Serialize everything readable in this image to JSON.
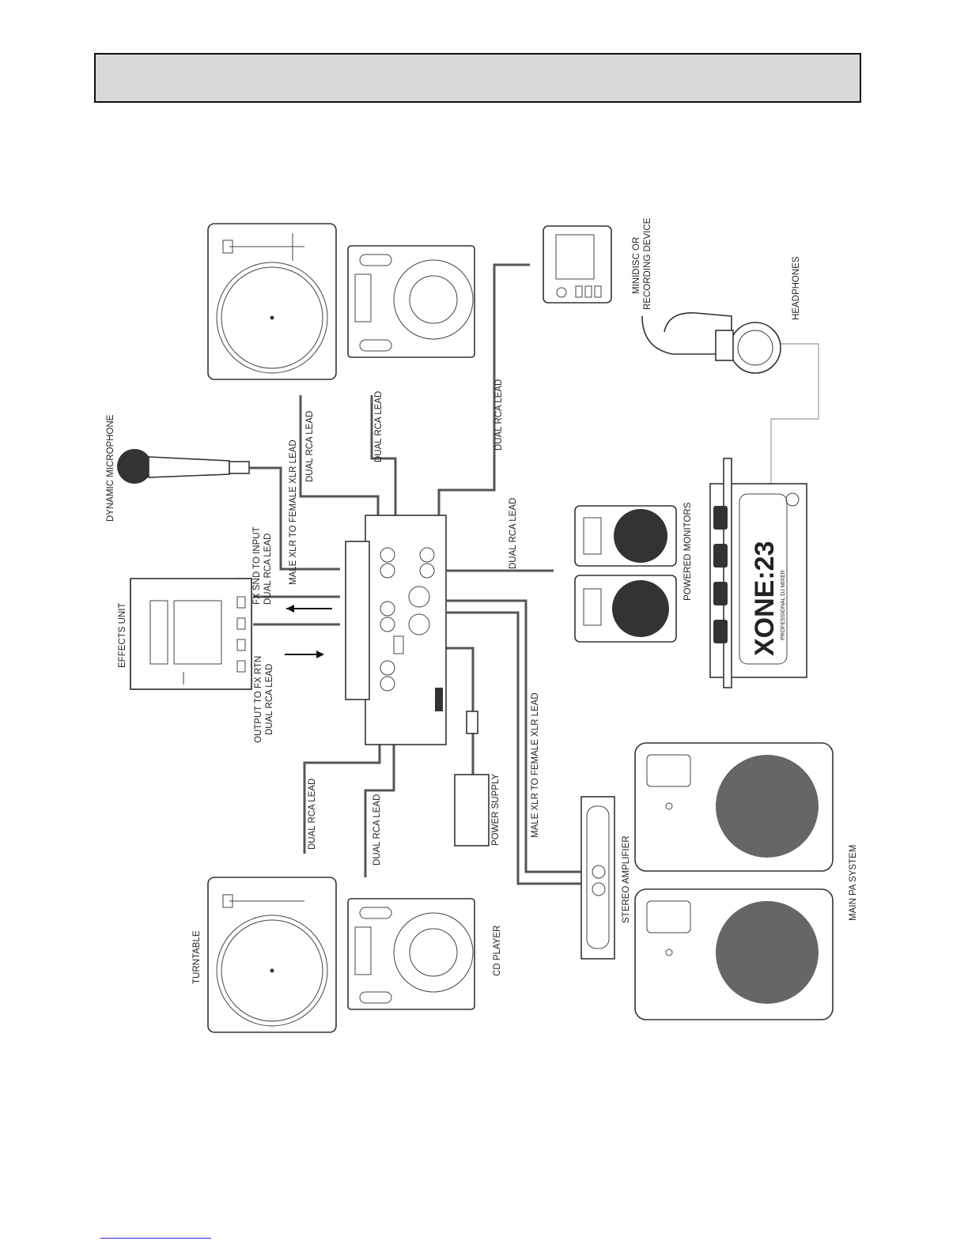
{
  "labels": {
    "dynamic_microphone": "DYNAMIC MICROPHONE",
    "effects_unit": "EFFECTS UNIT",
    "fx_snd_line1": "FX SND TO INPUT",
    "fx_snd_line2": "DUAL RCA LEAD",
    "fx_rtn_line1": "OUTPUT TO FX RTN",
    "fx_rtn_line2": "DUAL RCA LEAD",
    "mic_lead": "MALE XLR TO FEMALE XLR LEAD",
    "rca_top_turntable": "DUAL RCA LEAD",
    "rca_top_cd": "DUAL RCA LEAD",
    "rca_minidisc": "DUAL RCA LEAD",
    "minidisc_line1": "MINIDISC OR",
    "minidisc_line2": "RECORDING DEVICE",
    "headphones": "HEADPHONES",
    "rca_monitors": "DUAL RCA LEAD",
    "powered_monitors": "POWERED MONITORS",
    "rca_bottom_turntable": "DUAL RCA LEAD",
    "rca_bottom_cd": "DUAL RCA LEAD",
    "power_supply": "POWER SUPPLY",
    "xlr_lead_amp": "MALE XLR TO FEMALE XLR LEAD",
    "stereo_amplifier": "STEREO AMPLIFIER",
    "main_pa_system": "MAIN PA SYSTEM",
    "turntable": "TURNTABLE",
    "cd_player": "CD PLAYER",
    "mixer_brand": "XONE:23",
    "mixer_subtitle": "PROFESSIONAL DJ MIXER"
  }
}
